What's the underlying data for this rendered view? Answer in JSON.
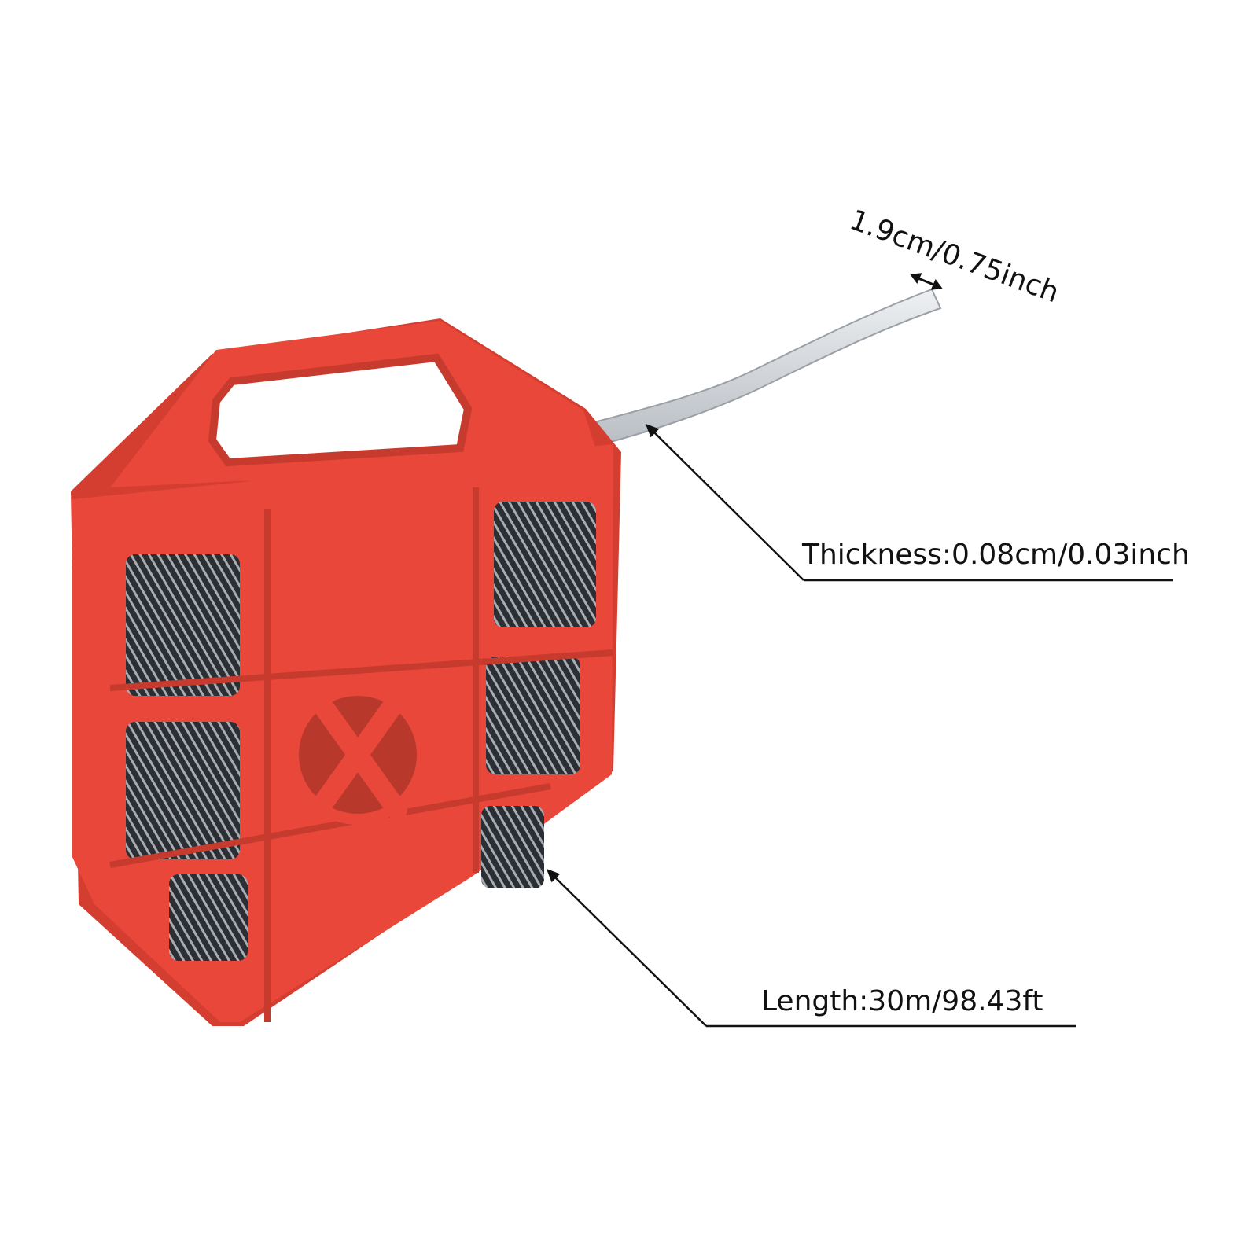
{
  "product": {
    "case_color": "#E8473A",
    "case_shadow": "#C73A2E",
    "case_highlight": "#F05A4A",
    "strap_color": "#D4D8DC",
    "coil_color": "#2A2C30"
  },
  "annotations": {
    "width": "1.9cm/0.75inch",
    "thickness": "Thickness:0.08cm/0.03inch",
    "length": "Length:30m/98.43ft"
  }
}
